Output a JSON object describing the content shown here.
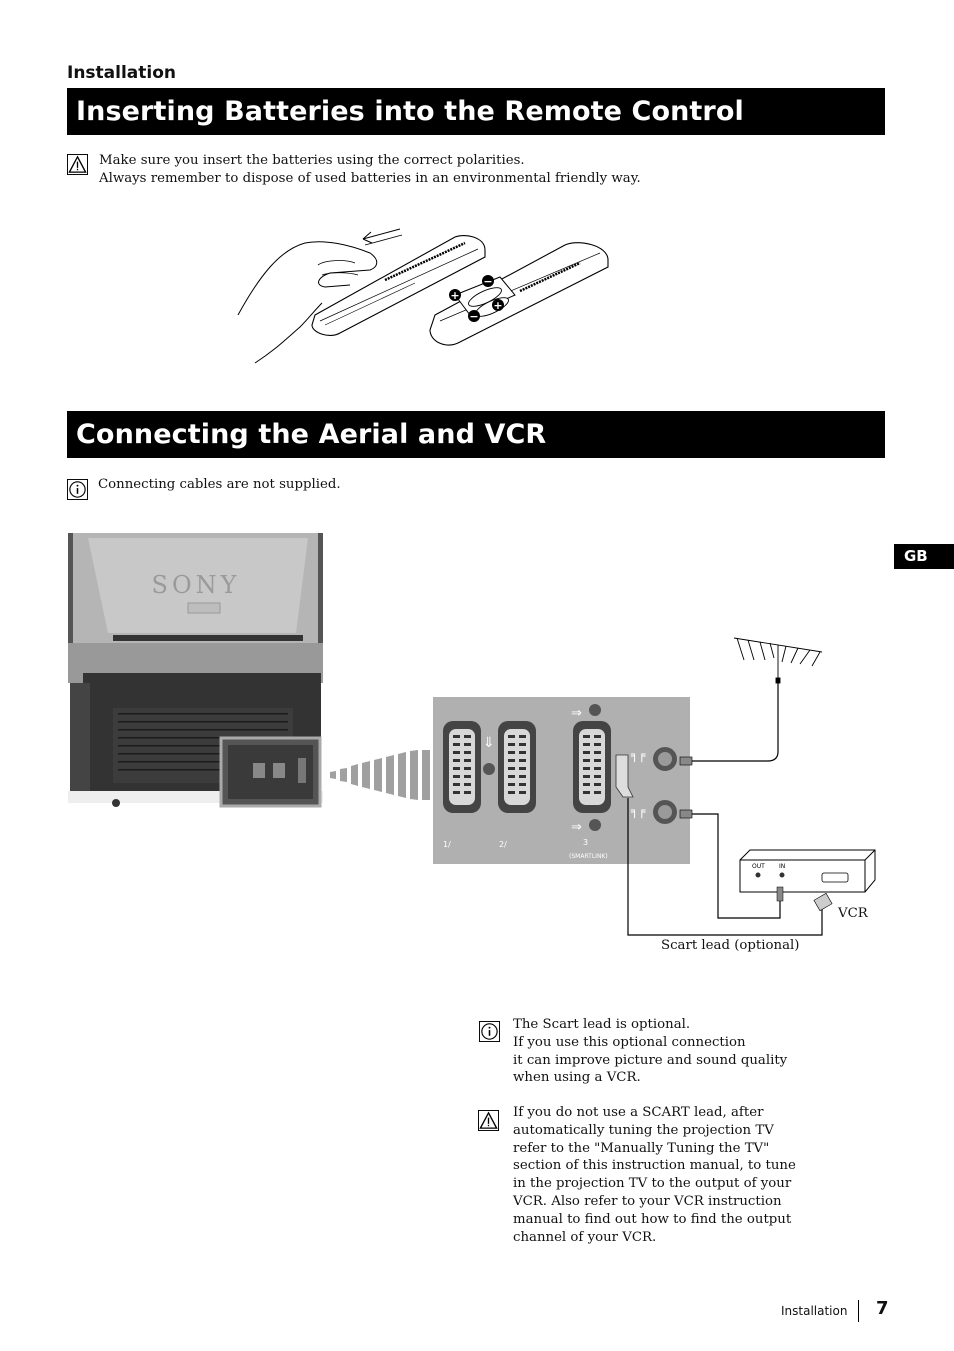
{
  "header": {
    "section_label": "Installation"
  },
  "batteries": {
    "title": "Inserting Batteries into the Remote Control",
    "note_lines": "Make sure you insert the batteries using the correct polarities.\nAlways remember to dispose of used batteries in an environmental friendly way.",
    "note_icon": "warning-triangle-icon",
    "polarity_marks": [
      "+",
      "−",
      "+",
      "−"
    ]
  },
  "aerial_vcr": {
    "title": "Connecting the Aerial and VCR",
    "info_note": "Connecting cables are not supplied.",
    "info_icon": "info-icon",
    "diagram": {
      "tv_brand": "SONY",
      "port_labels": [
        "1/",
        "2/",
        "3"
      ],
      "smartlink_label": "(SMARTLINK)",
      "vcr_port_labels": [
        "OUT",
        "IN"
      ],
      "vcr_caption": "VCR",
      "scart_caption": "Scart lead (optional)"
    },
    "scart_note": "The Scart lead is optional.\nIf you use this optional connection\nit can improve picture and sound quality\nwhen using a VCR.",
    "scart_warning": "If you do not use a SCART lead, after\nautomatically tuning the projection TV\nrefer to the \"Manually Tuning the TV\"\nsection of this instruction manual, to tune\nin the projection TV to the output of your\nVCR. Also refer to your VCR instruction\nmanual to find out how to find the output\nchannel of your VCR."
  },
  "side_tab": "GB",
  "footer": {
    "section": "Installation",
    "page_number": "7"
  }
}
